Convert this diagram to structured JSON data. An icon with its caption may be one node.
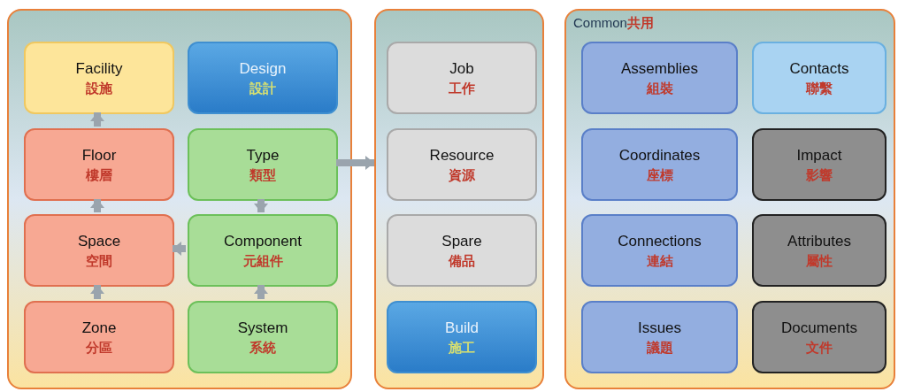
{
  "diagram": {
    "nodes": [
      {
        "text": [],
        "shape": "box"
      },
      {
        "text": [
          "Facility",
          "設施"
        ],
        "in": 0
      },
      {
        "text": [
          "Design",
          "設計"
        ],
        "in": 0
      },
      {
        "text": [
          "Floor",
          "樓層"
        ],
        "in": 0
      },
      {
        "text": [
          "Type",
          "類型"
        ],
        "in": 0
      },
      {
        "text": [
          "Space",
          "空間"
        ],
        "in": 0
      },
      {
        "text": [
          "Component",
          "元組件"
        ],
        "in": 0
      },
      {
        "text": [
          "Zone",
          "分區"
        ],
        "in": 0
      },
      {
        "text": [
          "System",
          "系統"
        ],
        "in": 0
      },
      {
        "text": [],
        "shape": "box"
      },
      {
        "text": [
          "Job",
          "工作"
        ],
        "in": 9
      },
      {
        "text": [
          "Resource",
          "資源"
        ],
        "in": 9
      },
      {
        "text": [
          "Spare",
          "備品"
        ],
        "in": 9
      },
      {
        "text": [
          "Build",
          "施工"
        ],
        "in": 9
      },
      {
        "text": [
          "Common",
          "共用"
        ]
      },
      {
        "text": [
          "Assemblies",
          "組裝"
        ],
        "in": 14
      },
      {
        "text": [
          "Contacts",
          "聯繫"
        ],
        "in": 14
      },
      {
        "text": [
          "Coordinates",
          "座標"
        ],
        "in": 14
      },
      {
        "text": [
          "Impact",
          "影響"
        ],
        "in": 14
      },
      {
        "text": [
          "Connections",
          "連結"
        ],
        "in": 14
      },
      {
        "text": [
          "Attributes",
          "屬性"
        ],
        "in": 14
      },
      {
        "text": [
          "Issues",
          "議題"
        ],
        "in": 14
      },
      {
        "text": [
          "Documents",
          "文件"
        ],
        "in": 14
      }
    ],
    "edges": [
      {
        "from": 3,
        "to": 1,
        "arrow": "to"
      },
      {
        "from": 5,
        "to": 3,
        "arrow": "to"
      },
      {
        "from": 7,
        "to": 5,
        "arrow": "to"
      },
      {
        "from": 4,
        "to": 6,
        "arrow": "to"
      },
      {
        "from": 6,
        "to": 5,
        "arrow": "to"
      },
      {
        "from": 8,
        "to": 6,
        "arrow": "to"
      },
      {
        "from": 4,
        "to": 9,
        "arrow": "to"
      }
    ]
  }
}
